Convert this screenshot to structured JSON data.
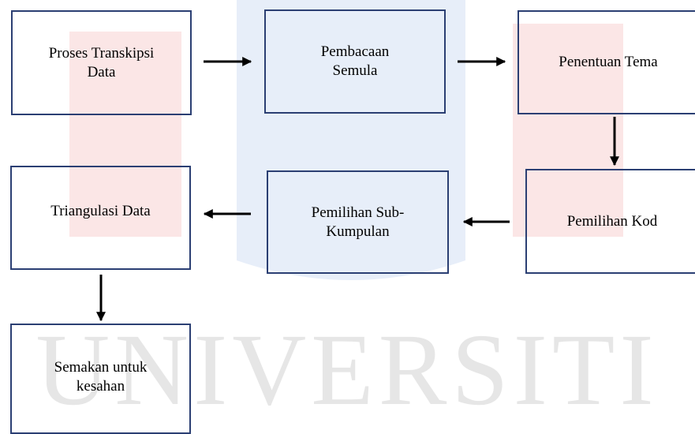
{
  "watermark": {
    "text": "UNIVERSITI",
    "text_color": "#e6e6e6",
    "shape_color_red": "#fbe6e6",
    "shape_color_blue": "#e7eef9"
  },
  "colors": {
    "box_border": "#2b3f73",
    "arrow": "#000000"
  },
  "flow": {
    "step1": "Proses Transkipsi Data",
    "step2": "Pembacaan Semula",
    "step3": "Penentuan Tema",
    "step4": "Pemilihan Kod",
    "step5": "Pemilihan Sub-Kumpulan",
    "step6": "Triangulasi Data",
    "step7": "Semakan untuk kesahan"
  }
}
